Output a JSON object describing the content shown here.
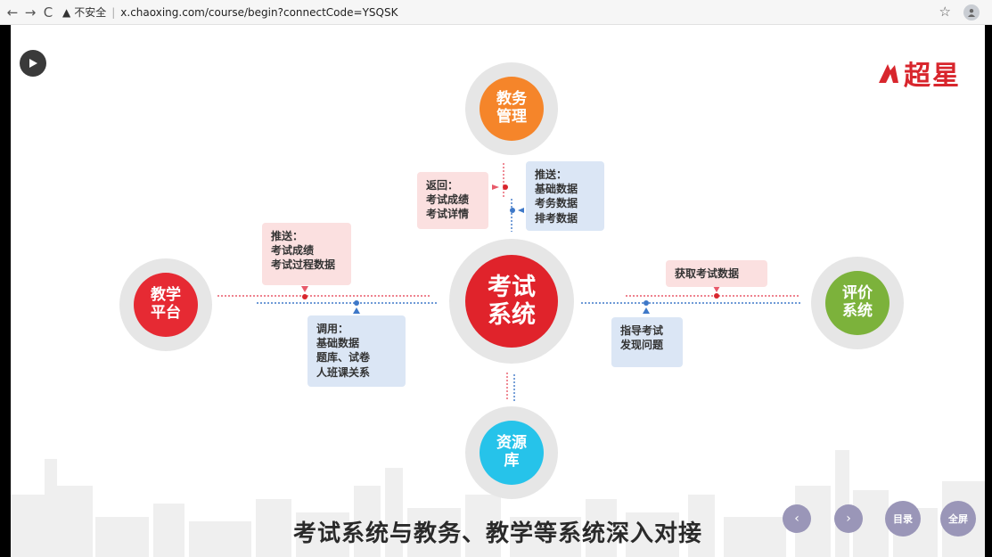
{
  "browser": {
    "back": "←",
    "forward": "→",
    "reload": "C",
    "warning_icon": "▲",
    "insecure_label": "不安全",
    "separator": "|",
    "url": "x.chaoxing.com/course/begin?connectCode=YSQSK",
    "star": "☆"
  },
  "logo": {
    "text": "超星"
  },
  "nodes": {
    "center": "考试\n系统",
    "top": "教务\n管理",
    "left": "教学\n平台",
    "right": "评价\n系统",
    "bottom": "资源\n库"
  },
  "boxes": {
    "top_left": "返回：\n考试成绩\n考试详情",
    "top_right": "推送：\n基础数据\n考务数据\n排考数据",
    "left_top": "推送：\n考试成绩\n考试过程数据",
    "left_bottom": "调用：\n基础数据\n题库、试卷\n人班课关系",
    "right_top": "获取考试数据",
    "right_bottom": "指导考试\n发现问题"
  },
  "title": "考试系统与教务、教学等系统深入对接",
  "controls": {
    "prev": "‹",
    "next": "›",
    "toc": "目录",
    "fullscreen": "全屏"
  },
  "colors": {
    "center": "#e0232b",
    "top": "#f5852a",
    "left": "#e62a33",
    "right": "#7cb23b",
    "bottom": "#26c3ea",
    "pink_arrow": "#e85a6a",
    "blue_arrow": "#3e78c8"
  }
}
